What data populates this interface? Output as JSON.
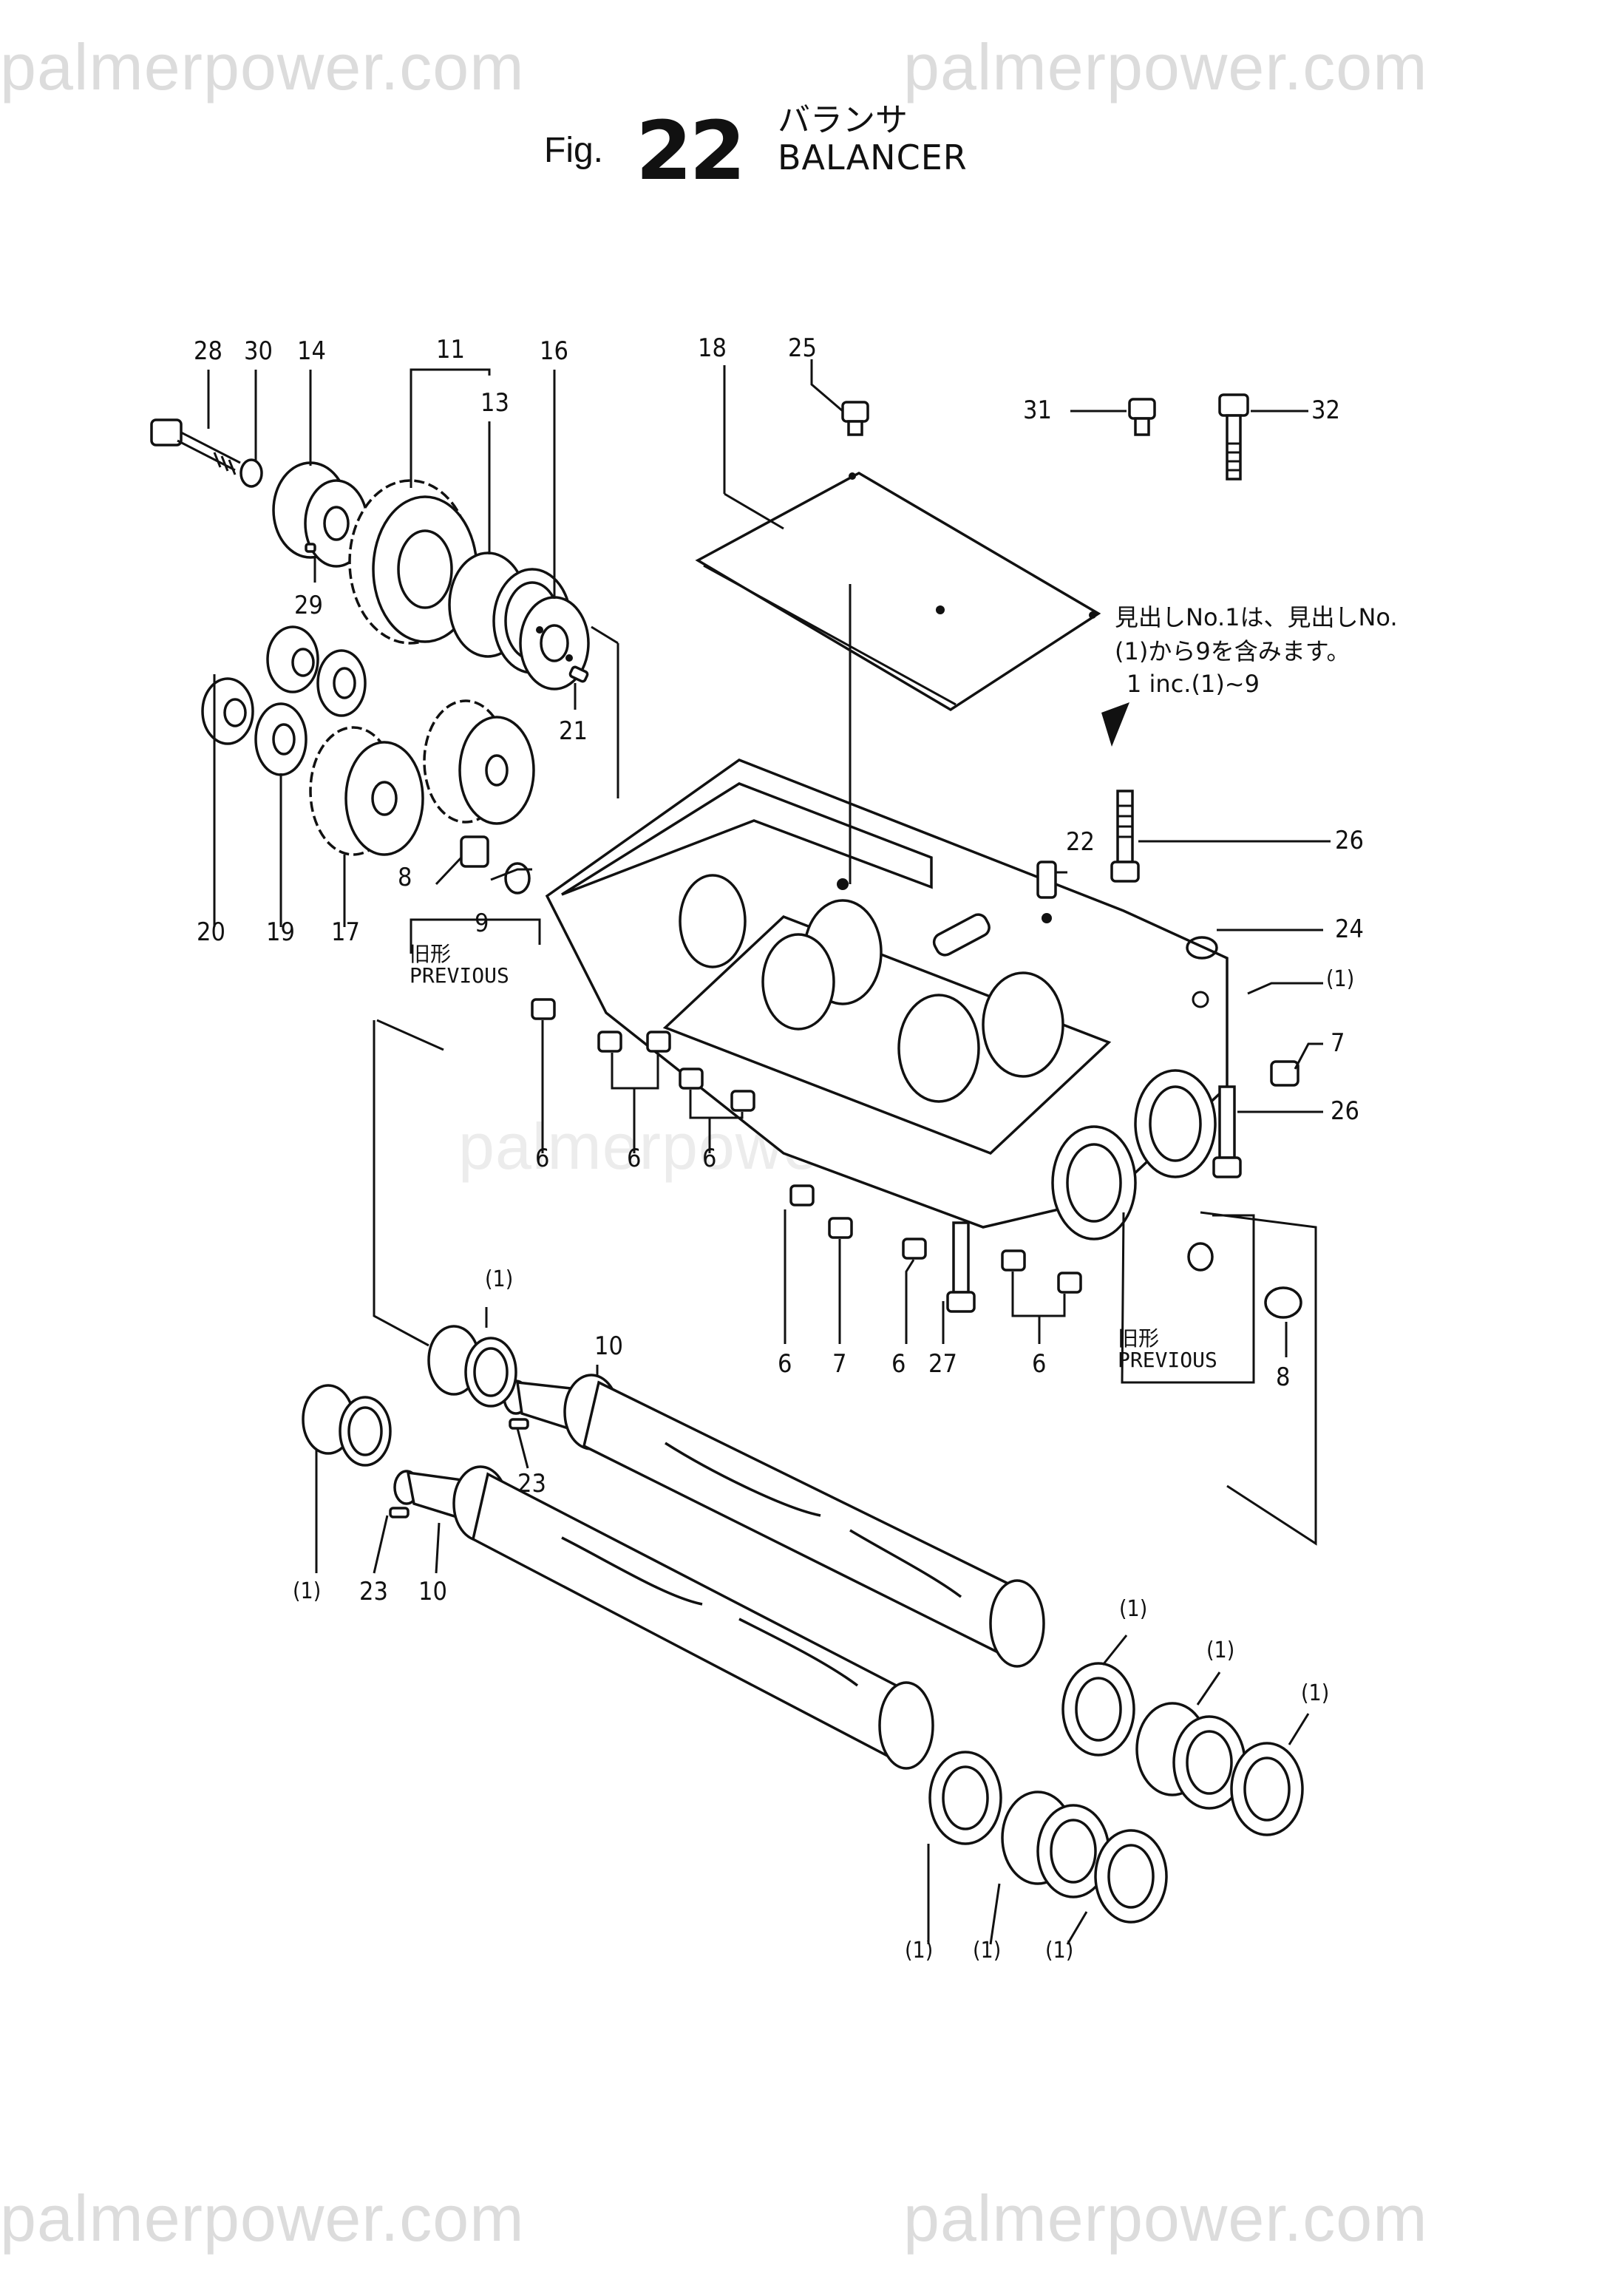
{
  "watermark": {
    "text": "palmerpower.com"
  },
  "title": {
    "fig_label": "Fig.",
    "fig_number": "22",
    "name_jp": "バランサ",
    "name_en": "BALANCER"
  },
  "note": {
    "line1": "見出しNo.1は、見出しNo.",
    "line2": "(1)から9を含みます。",
    "line3": "1 inc.(1)~9"
  },
  "previous_label": {
    "jp": "旧形",
    "en": "PREVIOUS"
  },
  "callouts": {
    "c28": "28",
    "c30": "30",
    "c14": "14",
    "c11": "11",
    "c13": "13",
    "c16": "16",
    "c18": "18",
    "c25": "25",
    "c31": "31",
    "c32": "32",
    "c29": "29",
    "c21": "21",
    "c22": "22",
    "c26a": "26",
    "c24": "24",
    "c1a": "(1)",
    "c7a": "7",
    "c26b": "26",
    "c8a": "8",
    "c9": "9",
    "c20": "20",
    "c19": "19",
    "c17": "17",
    "c6a": "6",
    "c6b": "6",
    "c6c": "6",
    "c6d": "6",
    "c7b": "7",
    "c6e": "6",
    "c27": "27",
    "c6f": "6",
    "c8b": "8",
    "c1b": "(1)",
    "c10a": "10",
    "c23a": "23",
    "c1c": "(1)",
    "c23b": "23",
    "c10b": "10",
    "c1d": "(1)",
    "c1e": "(1)",
    "c1f": "(1)",
    "c1g": "(1)",
    "c1h": "(1)",
    "c1i": "(1)"
  }
}
